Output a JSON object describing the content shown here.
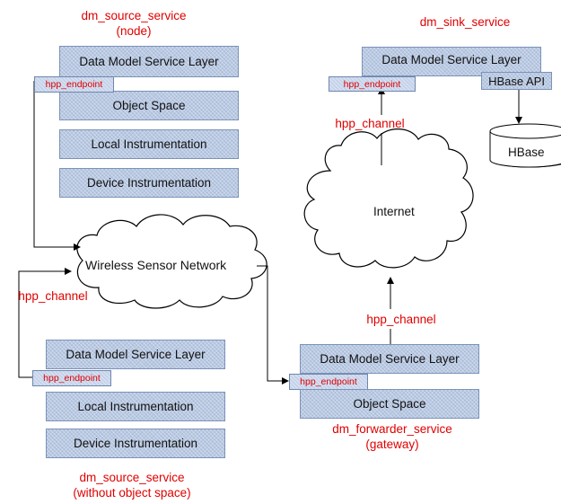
{
  "source_node": {
    "title": "dm_source_service",
    "subtitle": "(node)",
    "data_model_layer": "Data Model Service Layer",
    "endpoint": "hpp_endpoint",
    "object_space": "Object Space",
    "local_instrumentation": "Local Instrumentation",
    "device_instrumentation": "Device Instrumentation"
  },
  "source_no_os": {
    "channel": "hpp_channel",
    "data_model_layer": "Data Model Service Layer",
    "endpoint": "hpp_endpoint",
    "local_instrumentation": "Local Instrumentation",
    "device_instrumentation": "Device Instrumentation",
    "title": "dm_source_service",
    "subtitle": "(without object space)"
  },
  "wireless_network": {
    "label": "Wireless Sensor Network"
  },
  "sink": {
    "title": "dm_sink_service",
    "data_model_layer": "Data Model Service Layer",
    "endpoint": "hpp_endpoint",
    "hbase_api": "HBase API",
    "hbase": "HBase",
    "channel": "hpp_channel"
  },
  "internet": {
    "label": "Internet"
  },
  "forwarder": {
    "channel": "hpp_channel",
    "data_model_layer": "Data Model Service Layer",
    "endpoint": "hpp_endpoint",
    "object_space": "Object Space",
    "title": "dm_forwarder_service",
    "subtitle": "(gateway)"
  }
}
